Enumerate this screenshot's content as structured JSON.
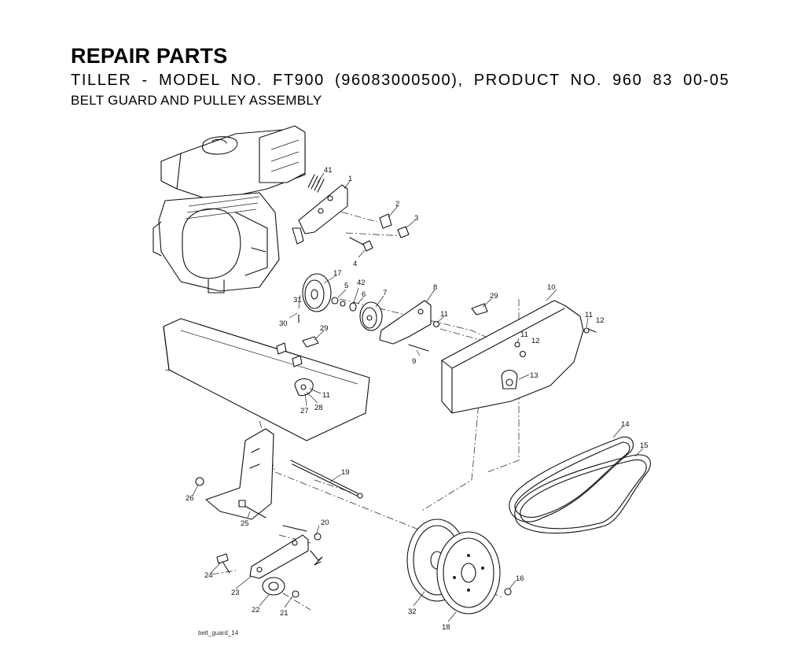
{
  "header": {
    "title": "REPAIR PARTS",
    "subtitle": "TILLER - MODEL NO. FT900 (96083000500), PRODUCT NO. 960 83 00-05",
    "section": "BELT GUARD AND PULLEY ASSEMBLY"
  },
  "drawing": {
    "file_label": "belt_guard_14",
    "callouts": [
      "41",
      "1",
      "2",
      "3",
      "4",
      "17",
      "5",
      "42",
      "6",
      "7",
      "8",
      "31",
      "30",
      "29",
      "10",
      "11",
      "12",
      "9",
      "13",
      "28",
      "27",
      "14",
      "15",
      "19",
      "26",
      "20",
      "25",
      "24",
      "23",
      "22",
      "21",
      "32",
      "16",
      "18"
    ]
  }
}
